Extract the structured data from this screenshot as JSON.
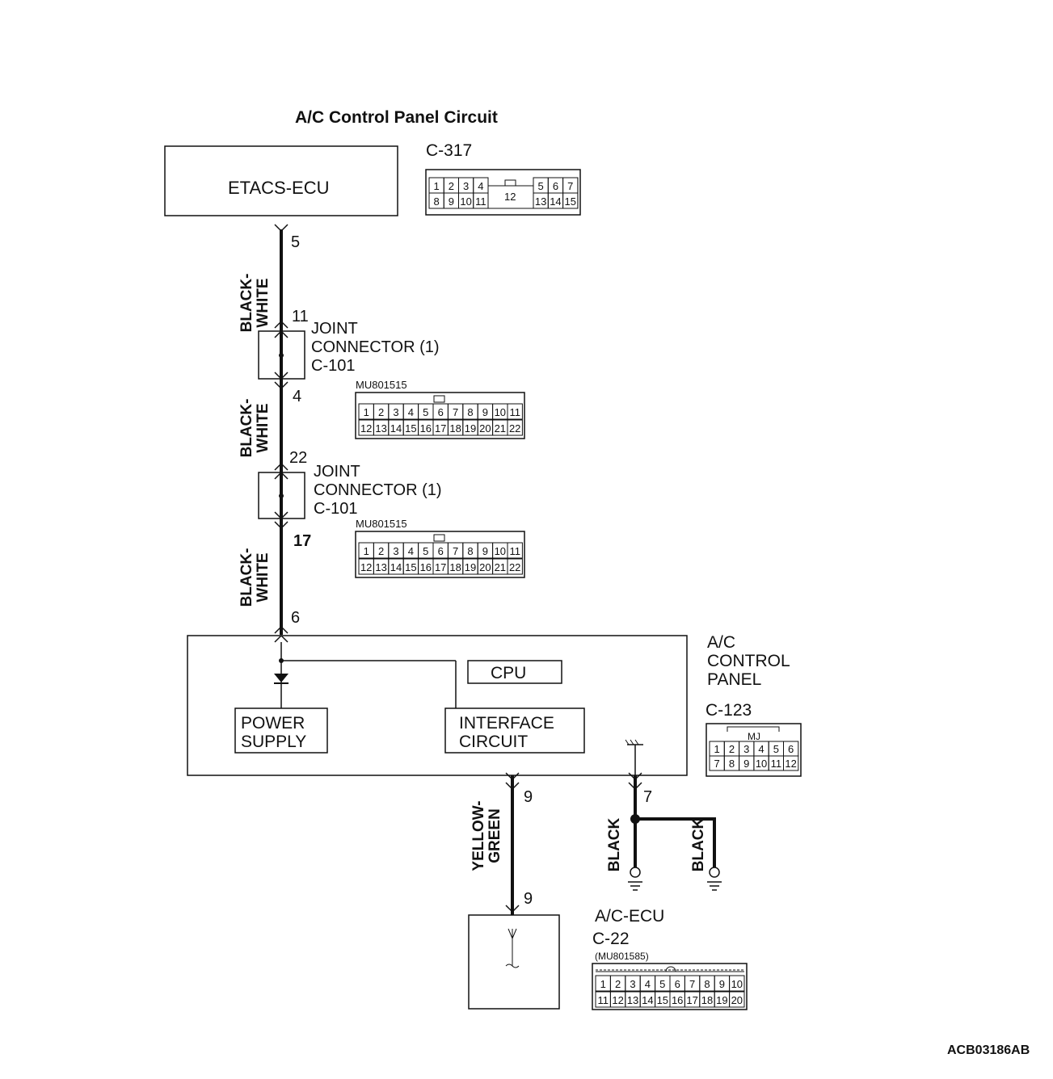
{
  "title": "A/C Control Panel Circuit",
  "figure_code": "ACB03186AB",
  "etacs_ecu": {
    "label": "ETACS-ECU",
    "connector": "C-317",
    "pins_top_left": [
      "1",
      "2",
      "3",
      "4"
    ],
    "pins_top_right": [
      "5",
      "6",
      "7"
    ],
    "pins_bottom_left": [
      "8",
      "9",
      "10",
      "11"
    ],
    "pins_bottom_right": [
      "13",
      "14",
      "15"
    ],
    "pin_center": "12"
  },
  "wires": {
    "seg1": {
      "color": "BLACK-\nWHITE",
      "color_line1": "BLACK-",
      "color_line2": "WHITE",
      "pin_top": "5",
      "pin_bottom": "11"
    },
    "seg2": {
      "color_line1": "BLACK-",
      "color_line2": "WHITE",
      "pin_top": "4",
      "pin_bottom": "22"
    },
    "seg3": {
      "color_line1": "BLACK-",
      "color_line2": "WHITE",
      "pin_top": "17",
      "pin_bottom": "6"
    },
    "yellow_green": {
      "color_line1": "YELLOW-",
      "color_line2": "GREEN",
      "pin_top": "9",
      "pin_bottom": "9"
    },
    "ground": {
      "color_a": "BLACK",
      "color_b": "BLACK",
      "pin": "7"
    }
  },
  "joint1": {
    "line1": "JOINT",
    "line2": "CONNECTOR (1)",
    "line3": "C-101",
    "part": "MU801515",
    "pins_top": [
      "1",
      "2",
      "3",
      "4",
      "5",
      "6",
      "7",
      "8",
      "9",
      "10",
      "11"
    ],
    "pins_bottom": [
      "12",
      "13",
      "14",
      "15",
      "16",
      "17",
      "18",
      "19",
      "20",
      "21",
      "22"
    ]
  },
  "joint2": {
    "line1": "JOINT",
    "line2": "CONNECTOR (1)",
    "line3": "C-101",
    "part": "MU801515",
    "pins_top": [
      "1",
      "2",
      "3",
      "4",
      "5",
      "6",
      "7",
      "8",
      "9",
      "10",
      "11"
    ],
    "pins_bottom": [
      "12",
      "13",
      "14",
      "15",
      "16",
      "17",
      "18",
      "19",
      "20",
      "21",
      "22"
    ]
  },
  "ac_panel": {
    "line1": "A/C",
    "line2": "CONTROL",
    "line3": "PANEL",
    "connector": "C-123",
    "connector_tag": "MJ",
    "pins_top": [
      "1",
      "2",
      "3",
      "4",
      "5",
      "6"
    ],
    "pins_bottom": [
      "7",
      "8",
      "9",
      "10",
      "11",
      "12"
    ],
    "power_supply_1": "POWER",
    "power_supply_2": "SUPPLY",
    "cpu": "CPU",
    "interface_1": "INTERFACE",
    "interface_2": "CIRCUIT"
  },
  "ac_ecu": {
    "label": "A/C-ECU",
    "connector": "C-22",
    "part": "(MU801585)",
    "pins_top": [
      "1",
      "2",
      "3",
      "4",
      "5",
      "6",
      "7",
      "8",
      "9",
      "10"
    ],
    "pins_bottom": [
      "11",
      "12",
      "13",
      "14",
      "15",
      "16",
      "17",
      "18",
      "19",
      "20"
    ]
  }
}
